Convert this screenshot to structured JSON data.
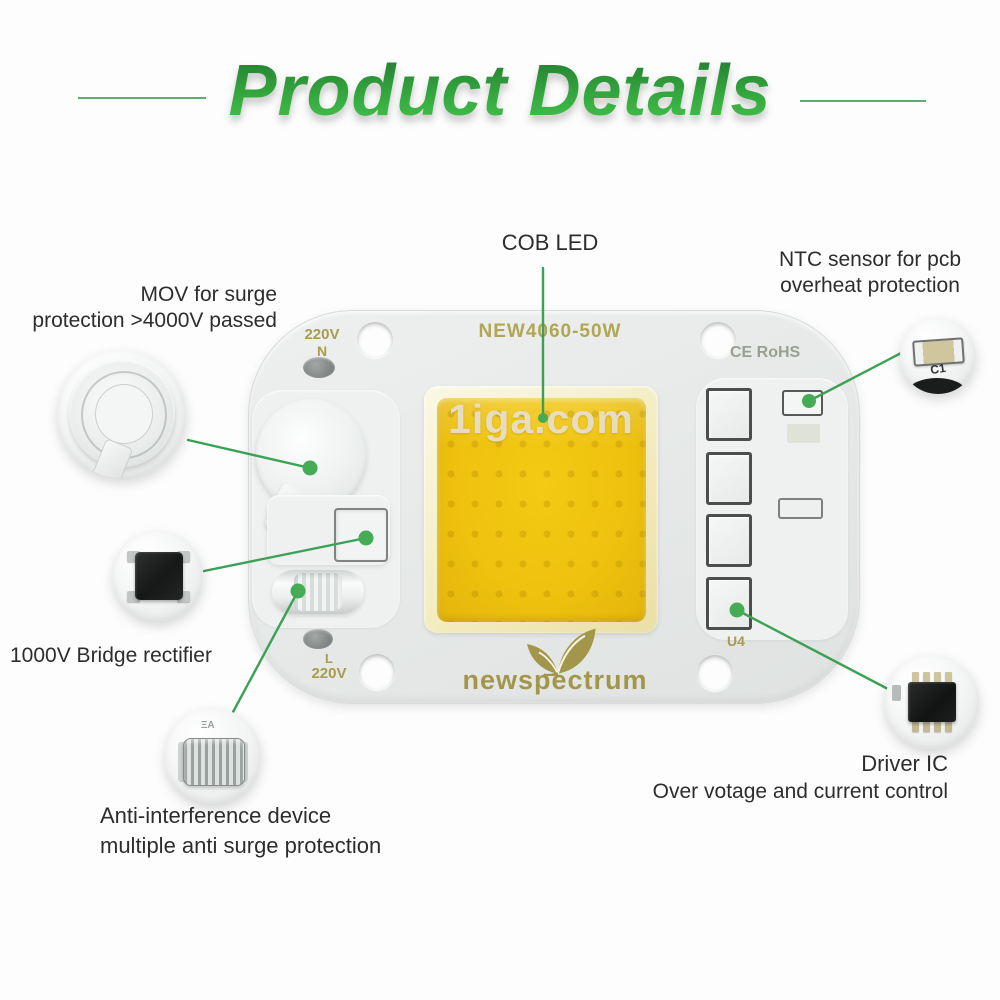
{
  "title": "Product Details",
  "callouts": {
    "cob": {
      "label": "COB LED"
    },
    "ntc": {
      "line1": "NTC sensor for pcb",
      "line2": "overheat protection"
    },
    "mov": {
      "line1": "MOV for surge",
      "line2": "protection >4000V passed"
    },
    "bridge": {
      "label": "1000V Bridge rectifier"
    },
    "driver": {
      "line1": "Driver IC",
      "line2": "Over votage and current control"
    },
    "anti": {
      "line1": "Anti-interference device",
      "line2": "multiple anti surge protection"
    }
  },
  "board": {
    "model": "NEW4060-50W",
    "cert": "CE RoHS",
    "terminal_n_line1": "220V",
    "terminal_n_line2": "N",
    "terminal_l_line1": "L",
    "terminal_l_line2": "220V",
    "ref_u4": "U4",
    "brand": "newspectrum",
    "watermark": "1iga.com"
  },
  "inset_ntc": {
    "ref": "C1"
  },
  "colors": {
    "title_green_dark": "#247d31",
    "title_green_light": "#43c24c",
    "pointer_green": "#3da155",
    "dot_green": "#46ab55",
    "silkscreen_olive": "#a89c50",
    "cob_yellow": "#eec20e",
    "label_text": "#2d2d2d",
    "board_grey": "#e7eae9"
  }
}
